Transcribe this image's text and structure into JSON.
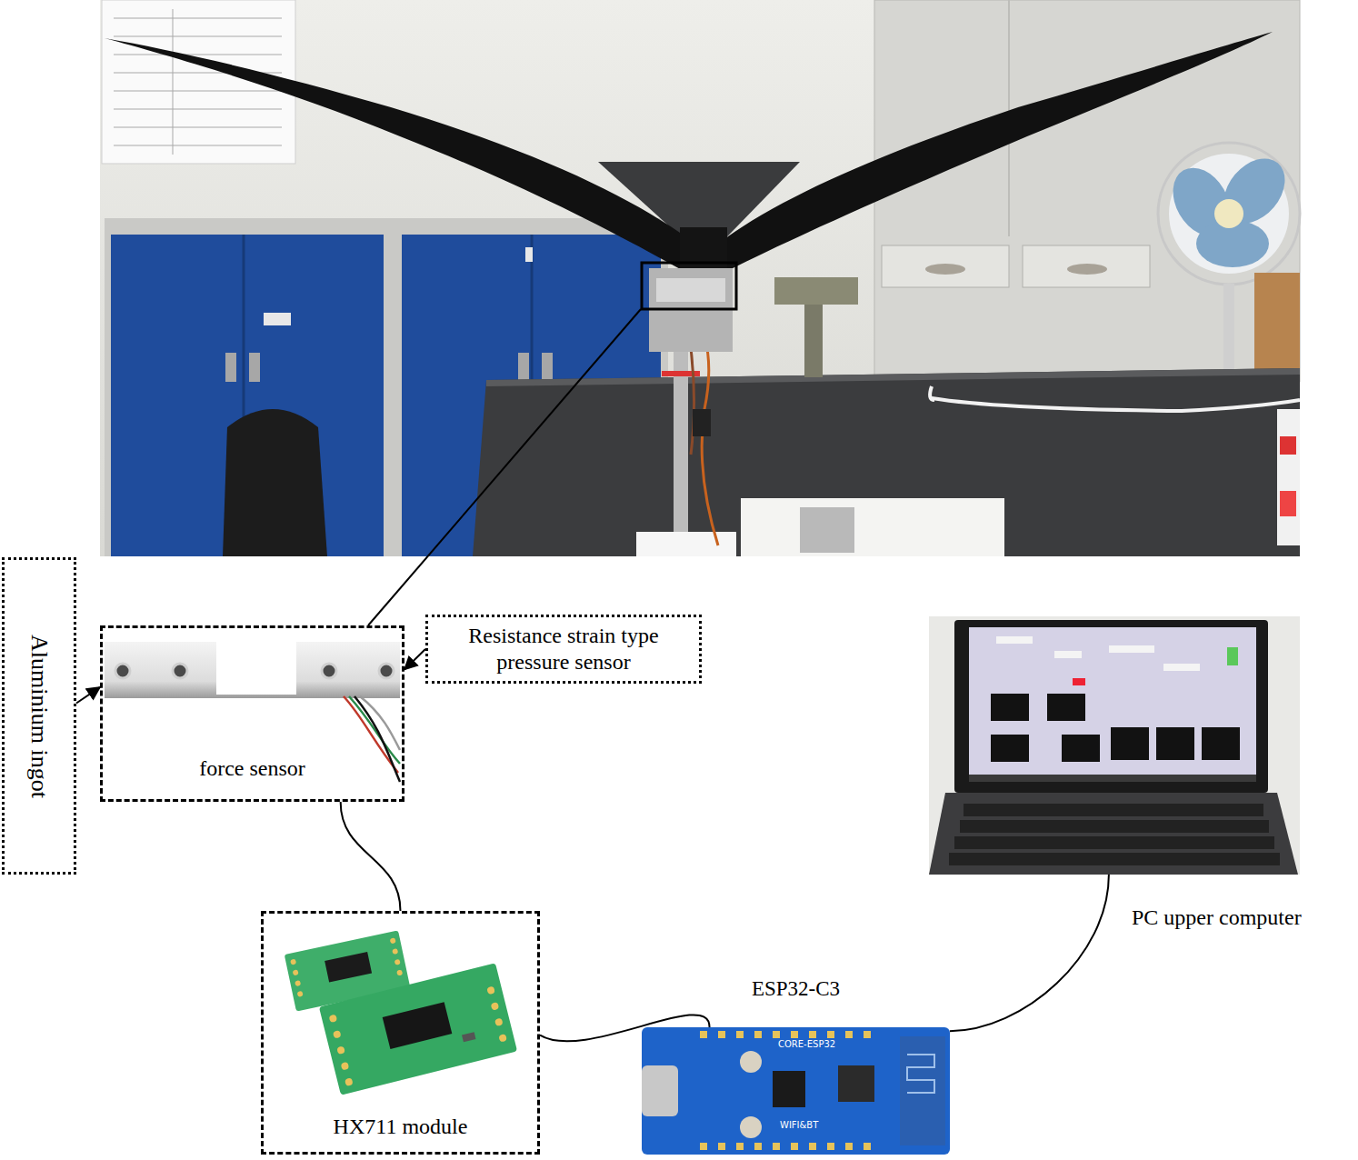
{
  "diagram": {
    "nodes": [
      {
        "text": [
          "Aluminium ingot"
        ]
      },
      {
        "text": [
          "force sensor"
        ]
      },
      {
        "text": [
          "Resistance strain type pressure sensor"
        ]
      },
      {
        "text": [
          "HX711 module"
        ]
      },
      {
        "text": [
          "ESP32-C3"
        ]
      },
      {
        "text": [
          "PC upper computer"
        ]
      }
    ],
    "edges": [
      {
        "from": 0,
        "to": 1,
        "arrow": "to"
      },
      {
        "from": 2,
        "to": 1,
        "arrow": "to"
      },
      {
        "from": 1,
        "to": 3,
        "arrow": "none"
      },
      {
        "from": 3,
        "to": 4,
        "arrow": "none"
      },
      {
        "from": 4,
        "to": 5,
        "arrow": "none"
      }
    ],
    "labels": [
      "CORE-ESP32",
      "WIFI&BT"
    ]
  }
}
